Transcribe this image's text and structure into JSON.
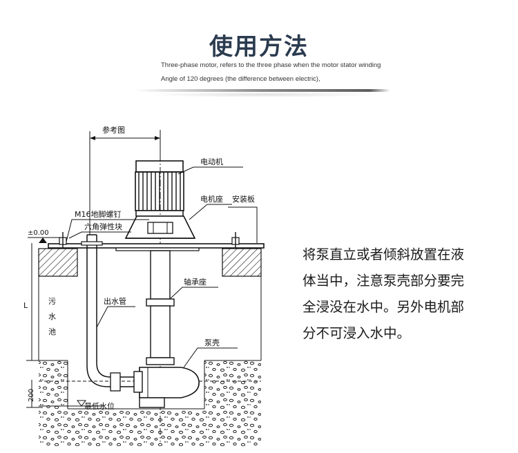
{
  "header": {
    "title": "使用方法",
    "subtitle_line1": "Three-phase motor, refers to the three phase when the motor stator winding",
    "subtitle_line2": "Angle of 120 degrees (the difference between electric),"
  },
  "diagram": {
    "labels": {
      "reference": "参考图",
      "motor": "电动机",
      "motor_seat": "电机座",
      "mounting_plate": "安装板",
      "anchor_bolt": "M16地脚螺钉",
      "hex_elastic_block": "六角弹性块",
      "level_mark": "±0.00",
      "sewage_pool": [
        "污",
        "水",
        "池"
      ],
      "outlet_pipe": "出水管",
      "bearing_seat": "轴承座",
      "pump_casing": "泵壳",
      "min_water_level": "最低水位",
      "dim_l": "L",
      "dim_200": "200"
    }
  },
  "description": {
    "lines": [
      "将泵直立或者倾斜放置在液",
      "体当中，注意泵壳部分要完",
      "全浸没在水中。另外电机部",
      "分不可浸入水中。"
    ]
  }
}
